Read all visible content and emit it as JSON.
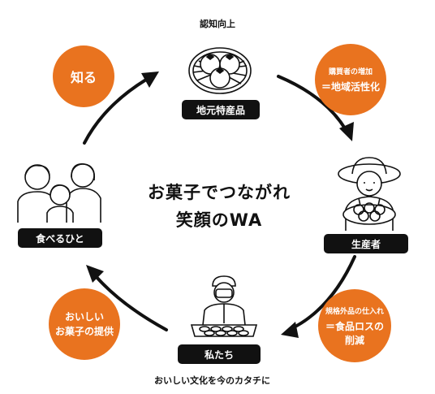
{
  "center": {
    "line1": "お菓子でつながれ",
    "line2": "笑顔のWA"
  },
  "top_caption": "認知向上",
  "bottom_caption": "おいしい文化を今のカタチに",
  "nodes": {
    "local_product": "地元特産品",
    "producer": "生産者",
    "us": "私たち",
    "eater": "食べるひと"
  },
  "bubbles": {
    "know": "知る",
    "fan_increase": {
      "small": "購買者の増加",
      "big": "＝地域活性化"
    },
    "food_loss": {
      "small": "規格外品の仕入れ",
      "big1": "＝食品ロスの",
      "big2": "削減"
    },
    "provide": {
      "line1": "おいしい",
      "line2": "お菓子の提供"
    }
  },
  "colors": {
    "accent": "#e9731f",
    "ink": "#111111",
    "background": "#ffffff"
  },
  "icons": [
    "persimmon-basket-icon",
    "farmer-icon",
    "confectioner-icon",
    "family-icon",
    "cycle-arrow-icon"
  ]
}
